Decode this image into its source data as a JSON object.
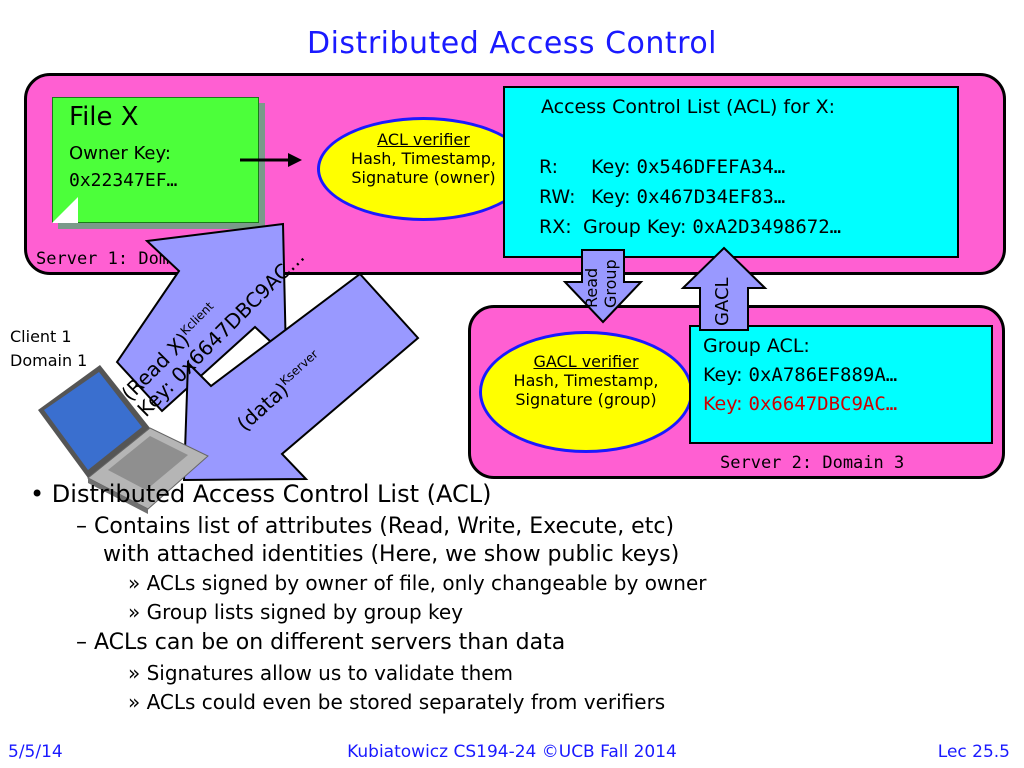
{
  "slide": {
    "title": "Distributed Access Control"
  },
  "server1": {
    "label": "Server 1: Domain 2",
    "file": {
      "title": "File X",
      "owner_label": "Owner Key:",
      "owner_key": "0x22347EF…"
    },
    "acl_verifier": {
      "title": "ACL verifier",
      "line1": "Hash, Timestamp,",
      "line2": "Signature (owner)"
    },
    "acl": {
      "title": "Access Control List (ACL) for X:",
      "rows": [
        {
          "perm": "R:",
          "keylabel": "Key:",
          "value": "0x546DFEFA34…"
        },
        {
          "perm": "RW:",
          "keylabel": "Key:",
          "value": "0x467D34EF83…"
        },
        {
          "perm": "RX:",
          "keylabel": "Group Key:",
          "value": "0xA2D3498672…"
        }
      ]
    }
  },
  "server2": {
    "label": "Server 2: Domain 3",
    "gacl_verifier": {
      "title": "GACL verifier",
      "line1": "Hash, Timestamp,",
      "line2": "Signature (group)"
    },
    "group_acl": {
      "title": "Group ACL:",
      "rows": [
        {
          "keylabel": "Key:",
          "value": "0xA786EF889A…",
          "color": "#000000"
        },
        {
          "keylabel": "Key:",
          "value": "0x6647DBC9AC…",
          "color": "#cc0000"
        }
      ]
    }
  },
  "client": {
    "line1": "Client 1",
    "line2": "Domain 1"
  },
  "arrows": {
    "request_line1": "(Read X)",
    "request_sup": "Kclient",
    "request_line2": "Key: 0x6647DBC9AC…",
    "response": "(data)",
    "response_sup": "Kserver",
    "read_group_line1": "Read",
    "read_group_line2": "Group",
    "gacl": "GACL"
  },
  "bullets": {
    "b1": "Distributed Access Control List (ACL)",
    "b1_1": "Contains list of attributes (Read, Write, Execute, etc)",
    "b1_1_cont": "with attached identities (Here, we show public keys)",
    "b1_1_1": "ACLs signed by owner of file, only changeable by owner",
    "b1_1_2": "Group lists signed by group key",
    "b1_2": "ACLs can be on different servers than data",
    "b1_2_1": "Signatures allow us to validate them",
    "b1_2_2": "ACLs could even be stored separately from verifiers"
  },
  "footer": {
    "date": "5/5/14",
    "center": "Kubiatowicz CS194-24 ©UCB Fall 2014",
    "lec": "Lec 25.5"
  },
  "colors": {
    "title": "#1a1aff",
    "server": "#ff5fd2",
    "acl": "#00ffff",
    "file": "#4cff3a",
    "oval": "#ffff00",
    "arrow": "#9999ff",
    "accent_red": "#cc0000"
  }
}
